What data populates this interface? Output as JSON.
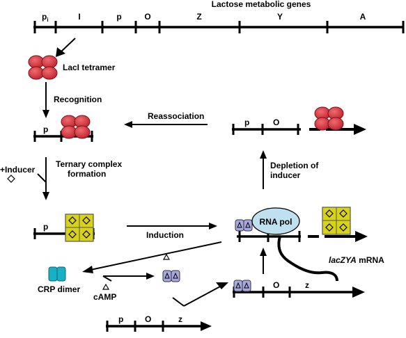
{
  "title": "Lactose metabolic genes",
  "genes_top": [
    "p",
    "I",
    "p",
    "O",
    "Z",
    "Y",
    "A"
  ],
  "genes_top_sub": "i",
  "laci_tetramer": "LacI tetramer",
  "recognition": "Recognition",
  "reassociation": "Reassociation",
  "plus_inducer": "+Inducer",
  "ternary": [
    "Ternary complex",
    "formation"
  ],
  "depletion": [
    "Depletion of",
    "inducer"
  ],
  "induction": "Induction",
  "rna_pol": "RNA pol",
  "mrna_italic": "lacZYA",
  "mrna_rest": " mRNA",
  "crp_dimer": "CRP dimer",
  "camp": "cAMP",
  "labels": {
    "p": "p",
    "o_upper": "O",
    "z_lower": "z"
  },
  "colors": {
    "laci_red": "#d0303a",
    "inducer_yellow": "#d9d21a",
    "crp_teal": "#1ab0c4",
    "camp_complex": "#a8a8e0",
    "rnapol_blue": "#bfe0ee"
  }
}
